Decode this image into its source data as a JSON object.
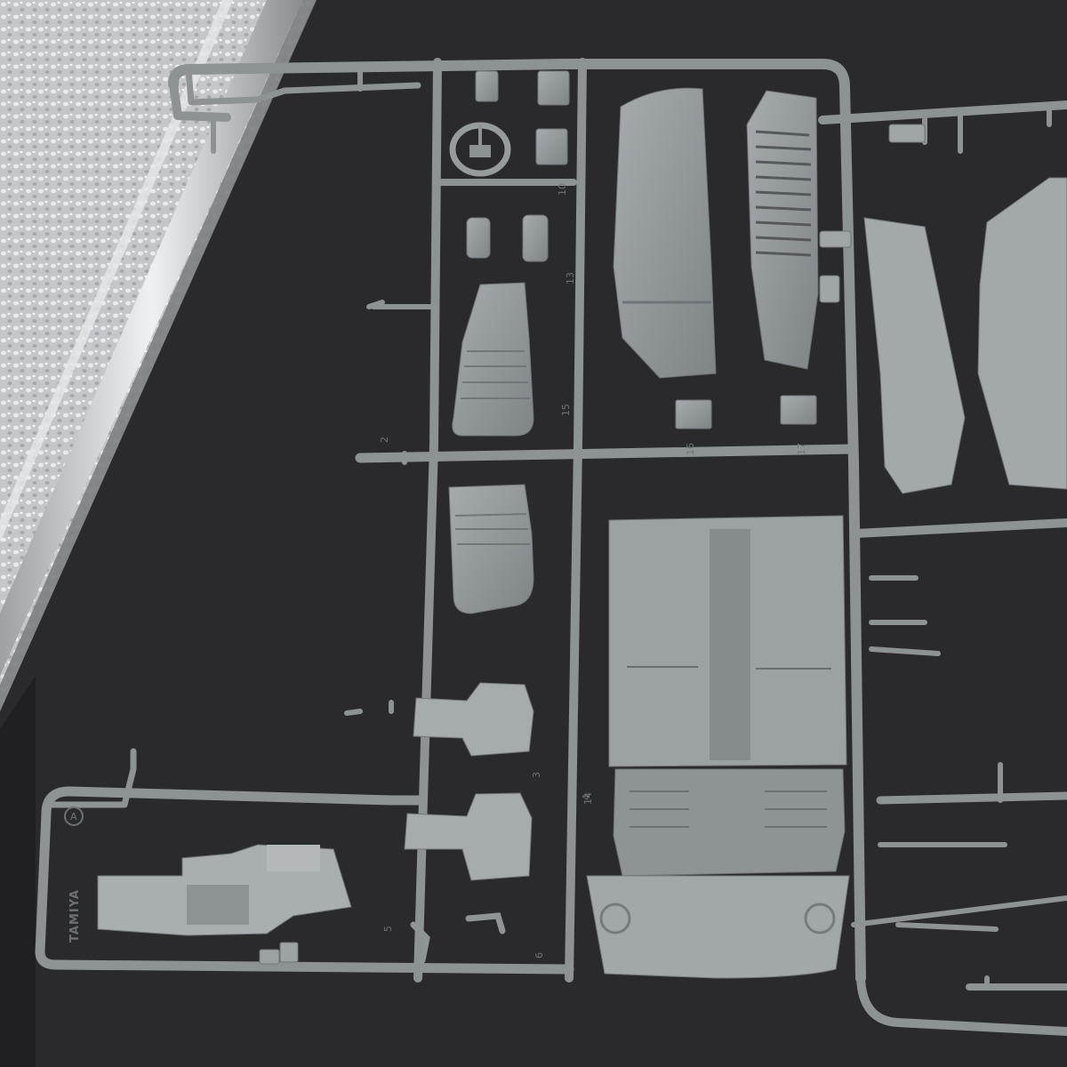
{
  "sprue": {
    "brand": "TAMIYA",
    "tree_letter": "A",
    "part_numbers": [
      "2",
      "3",
      "4",
      "5",
      "6",
      "10",
      "13",
      "14",
      "15",
      "16",
      "17"
    ]
  },
  "colors": {
    "background_mat": "#2b2b2e",
    "foil": "#c7c9cc",
    "plastic": "#8d9295",
    "plastic_light": "#a3a8ab",
    "plastic_dark": "#6f7477"
  }
}
